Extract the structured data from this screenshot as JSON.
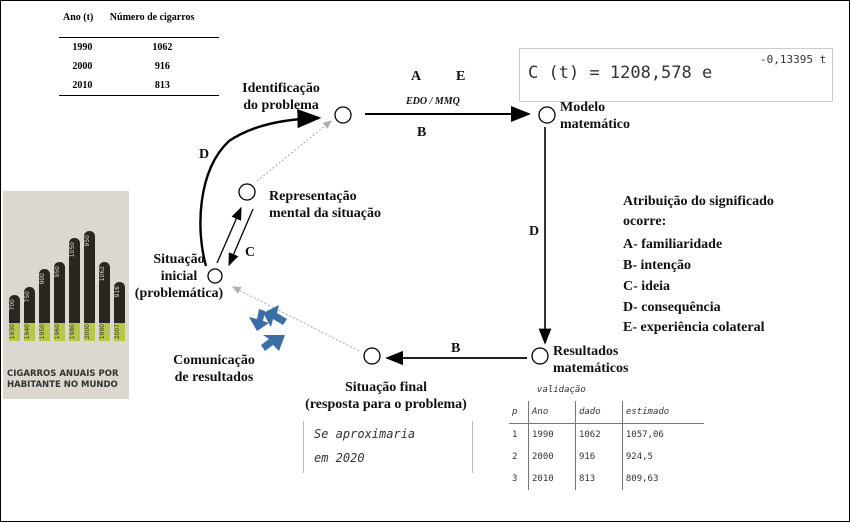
{
  "table": {
    "headers": [
      "Ano (t)",
      "Número de cigarros"
    ],
    "rows": [
      [
        "1990",
        "1062"
      ],
      [
        "2000",
        "916"
      ],
      [
        "2010",
        "813"
      ]
    ]
  },
  "poster": {
    "bars": [
      {
        "top": "700",
        "year": "1930"
      },
      {
        "top": "750",
        "year": "1940"
      },
      {
        "top": "900",
        "year": "1950"
      },
      {
        "top": "950",
        "year": "1960"
      },
      {
        "top": "1050",
        "year": "1980"
      },
      {
        "top": "950",
        "year": "2000"
      },
      {
        "top": "1062",
        "year": "1990"
      },
      {
        "top": "916",
        "year": "2007"
      }
    ],
    "bar_levels": [
      0.38,
      0.45,
      0.6,
      0.66,
      0.86,
      0.92,
      0.66,
      0.49
    ],
    "caption_line1": "CIGARROS ANUAIS POR",
    "caption_line2": "HABITANTE NO MUNDO"
  },
  "nodes": {
    "identificacao": [
      "Identificação",
      "do problema"
    ],
    "modelo": [
      "Modelo",
      "matemático"
    ],
    "representacao": [
      "Representação",
      "mental da situação"
    ],
    "situacao_inicial": [
      "Situação",
      "inicial",
      "(problemática)"
    ],
    "resultados": [
      "Resultados",
      "matemáticos"
    ],
    "comunicacao": [
      "Comunicação",
      "de resultados"
    ],
    "situacao_final": [
      "Situação final",
      "(resposta para o problema)"
    ]
  },
  "edge_labels": {
    "top_A": "A",
    "top_E": "E",
    "top_method": "EDO / MMQ",
    "top_B": "B",
    "right_D": "D",
    "bottom_B": "B",
    "left_D": "D",
    "left_C": "C"
  },
  "handwritten": {
    "model_equation": "C (t) = 1208,578 e",
    "model_exponent": "-0,13395 t",
    "final_answer_1": "Se aproximaria",
    "final_answer_2": "em 2020",
    "validation_title": "validação",
    "validation_headers": [
      "p",
      "Ano",
      "dado",
      "estimado"
    ],
    "validation_rows": [
      [
        "1",
        "1990",
        "1062",
        "1057,06"
      ],
      [
        "2",
        "2000",
        "916",
        "924,5"
      ],
      [
        "3",
        "2010",
        "813",
        "809,63"
      ]
    ]
  },
  "legend": {
    "title1": "Atribuição do significado",
    "title2": "ocorre:",
    "items": [
      "A- familiaridade",
      "B- intenção",
      "C- ideia",
      "D- consequência",
      "E- experiência colateral"
    ]
  },
  "colors": {
    "arrow": "#000000",
    "dotted_arrow": "#b0b0b0",
    "cycle_icon": "#3a6ea5",
    "cigarette_tip": "#b9c64a"
  }
}
